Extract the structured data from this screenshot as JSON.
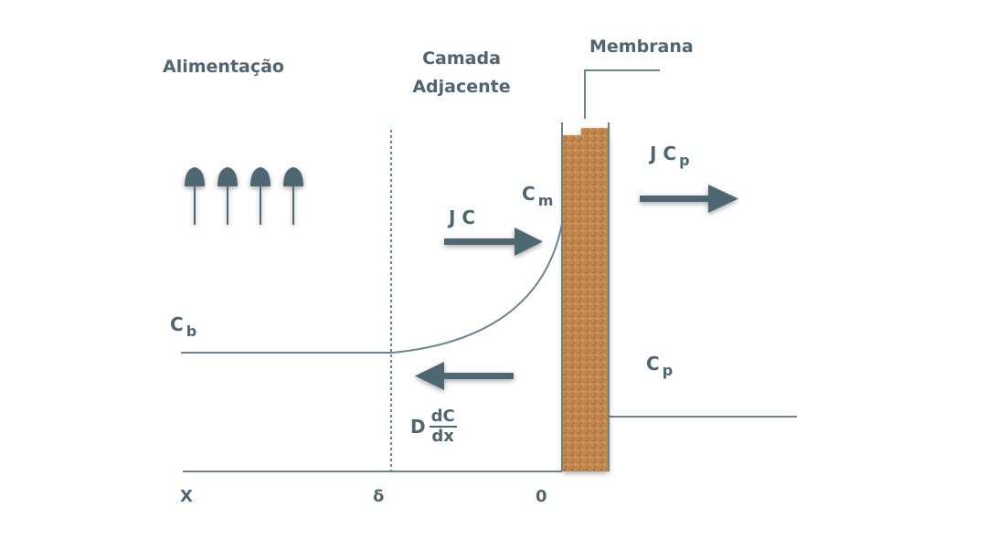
{
  "labels": {
    "feed": "Alimentação",
    "boundary_line1": "Camada",
    "boundary_line2": "Adjacente",
    "membrane": "Membrana",
    "flux_main": "J C",
    "flux_perm_main": "J C",
    "flux_perm_sub": "p",
    "cm_main": "C",
    "cm_sub": "m",
    "cb_main": "C",
    "cb_sub": "b",
    "cp_main": "C",
    "cp_sub": "p",
    "diff_d": "D",
    "diff_num": "dC",
    "diff_den": "dx"
  },
  "axis": {
    "x": "X",
    "delta": "δ",
    "zero": "0"
  },
  "colors": {
    "line": "#6c8490",
    "arrow": "#4e6873",
    "text": "#4f6670",
    "membrane_fill": "#c08850",
    "membrane_dark": "#9a6534"
  }
}
